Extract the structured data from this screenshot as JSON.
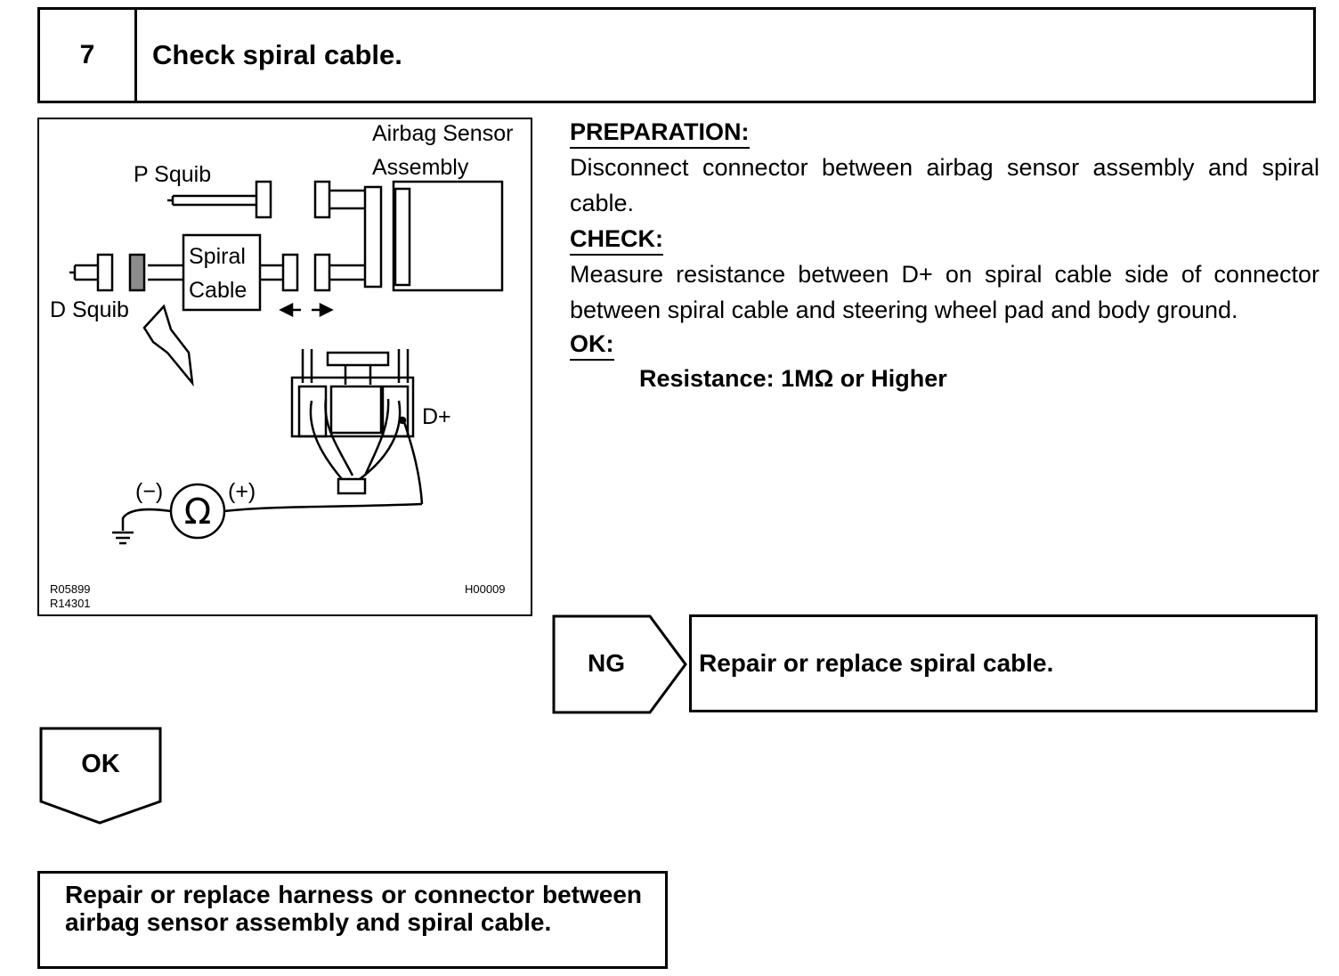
{
  "step": {
    "number": "7",
    "title": "Check spiral cable."
  },
  "diagram": {
    "labels": {
      "airbag_sensor_line1": "Airbag Sensor",
      "airbag_sensor_line2": "Assembly",
      "p_squib": "P Squib",
      "d_squib": "D Squib",
      "spiral_line1": "Spiral",
      "spiral_line2": "Cable",
      "d_plus": "D+",
      "minus": "(−)",
      "plus": "(+)",
      "ohm": "Ω"
    },
    "codes": {
      "code1": "R05899",
      "code2": "R14301",
      "code3": "H00009"
    }
  },
  "instructions": {
    "preparation_heading": "PREPARATION:",
    "preparation_text": "Disconnect connector between airbag sensor assembly and spiral cable.",
    "check_heading": "CHECK:",
    "check_text": "Measure resistance between D+ on spiral cable side of connector between spiral cable and steering wheel pad and body ground.",
    "ok_heading": "OK:",
    "spec": "Resistance:  1MΩ or Higher"
  },
  "ng": {
    "label": "NG",
    "result": "Repair or replace spiral cable."
  },
  "ok": {
    "label": "OK",
    "result": "Repair or replace harness or connector between airbag sensor assembly and spiral cable."
  }
}
